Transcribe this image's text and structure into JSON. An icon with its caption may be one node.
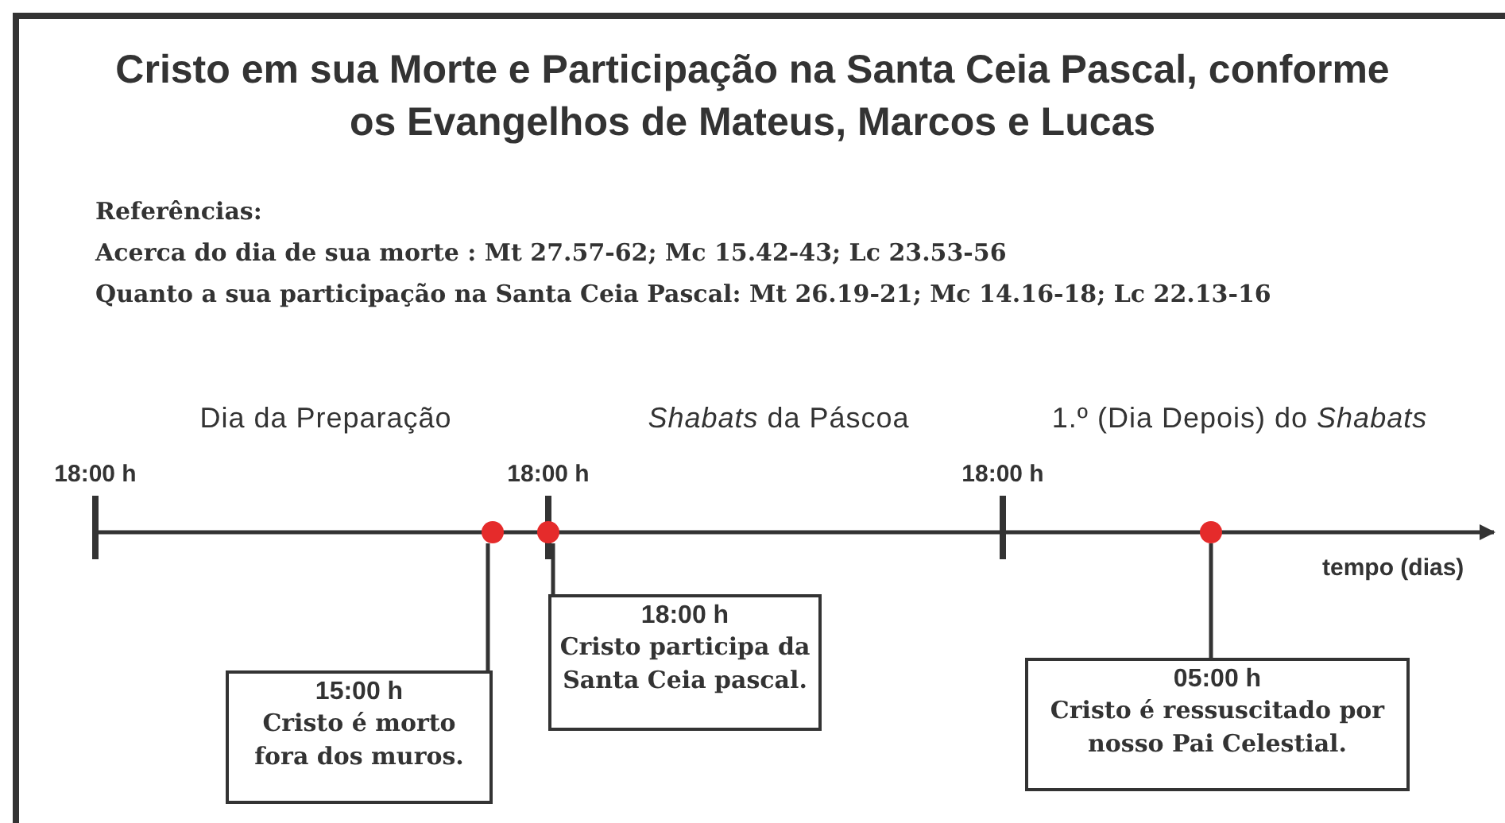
{
  "diagram": {
    "title": "Cristo em sua Morte e Participação na Santa Ceia Pascal, conforme os Evangelhos de Mateus, Marcos e Lucas",
    "nodes": [
      {
        "text": [],
        "shape": "circle"
      },
      {
        "text": [],
        "shape": "circle"
      },
      {
        "text": [],
        "shape": "circle"
      },
      {
        "text": [
          "15:00 h",
          "Cristo é morto fora dos muros."
        ]
      },
      {
        "text": [
          "18:00 h",
          "Cristo participa da Santa Ceia pascal."
        ]
      },
      {
        "text": [
          "05:00 h",
          "Cristo é ressuscitado por nosso Pai Celestial."
        ]
      }
    ],
    "edges": [
      {
        "from": 0,
        "to": 3,
        "arrow": "none"
      },
      {
        "from": 1,
        "to": 4,
        "arrow": "none"
      },
      {
        "from": 2,
        "to": 5,
        "arrow": "none"
      }
    ],
    "labels": [
      "Referências:",
      "Acerca do dia de sua morte : Mt 27.57-62; Mc 15.42-43; Lc 23.53-56",
      "Quanto a sua participação na Santa Ceia Pascal: Mt 26.19-21; Mc 14.16-18; Lc 22.13-16",
      "Dia da Preparação",
      "*Shabats* da Páscoa",
      "1.º (Dia Depois) do *Shabats*",
      "18:00 h",
      "18:00 h",
      "18:00 h",
      "tempo (dias)"
    ]
  }
}
